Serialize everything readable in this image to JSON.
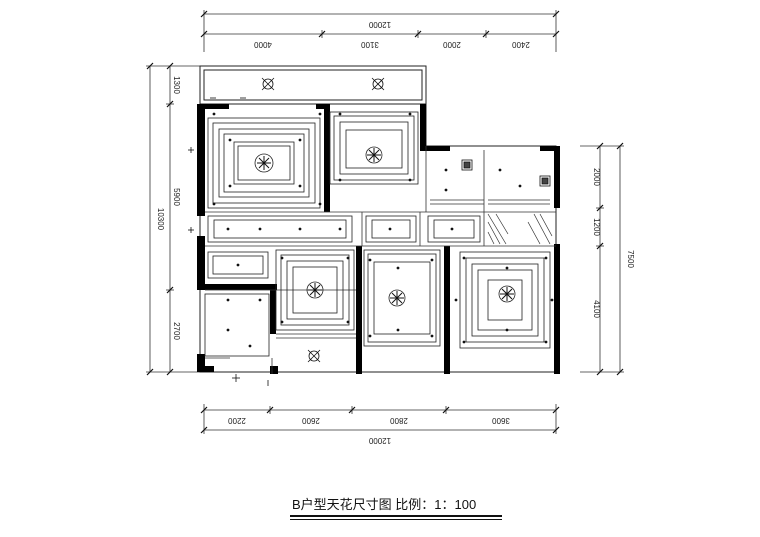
{
  "title": "B户型天花尺寸图  比例：1：100",
  "dimensions": {
    "top_total": "12000",
    "top_segments": [
      "4000",
      "3100",
      "2000",
      "2400"
    ],
    "bottom_total": "12000",
    "bottom_segments": [
      "2200",
      "2600",
      "2800",
      "3600"
    ],
    "left_total": "10300",
    "left_segments": [
      "1300",
      "5900",
      "2700"
    ],
    "right_total": "7500",
    "right_segments": [
      "2000",
      "1200",
      "4100"
    ]
  },
  "colors": {
    "line": "#222222",
    "wall": "#000000",
    "background": "#ffffff"
  }
}
